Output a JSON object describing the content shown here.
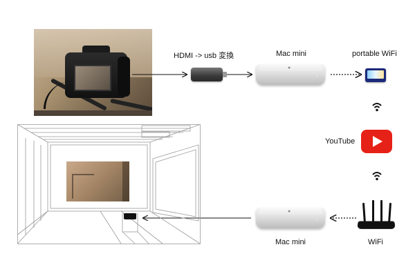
{
  "labels": {
    "hdmi_adapter": "HDMI -> usb 変換",
    "mac_mini_top": "Mac mini",
    "portable_wifi": "portable WiFi",
    "youtube": "YouTube",
    "wifi": "WiFi",
    "mac_mini_bottom": "Mac mini"
  },
  "icons": {
    "camera": "camera-icon",
    "hdmi_adapter": "hdmi-usb-adapter-icon",
    "mac_mini": "mac-mini-icon",
    "portable_wifi": "portable-wifi-icon",
    "wireless_signal": "wireless-signal-icon",
    "youtube": "youtube-icon",
    "router": "wifi-router-icon",
    "projector": "projector-icon",
    "room": "room-wireframe-illustration"
  },
  "colors": {
    "youtube_red": "#e62117",
    "arrow": "#111111",
    "wireframe": "#9a9a9a"
  }
}
